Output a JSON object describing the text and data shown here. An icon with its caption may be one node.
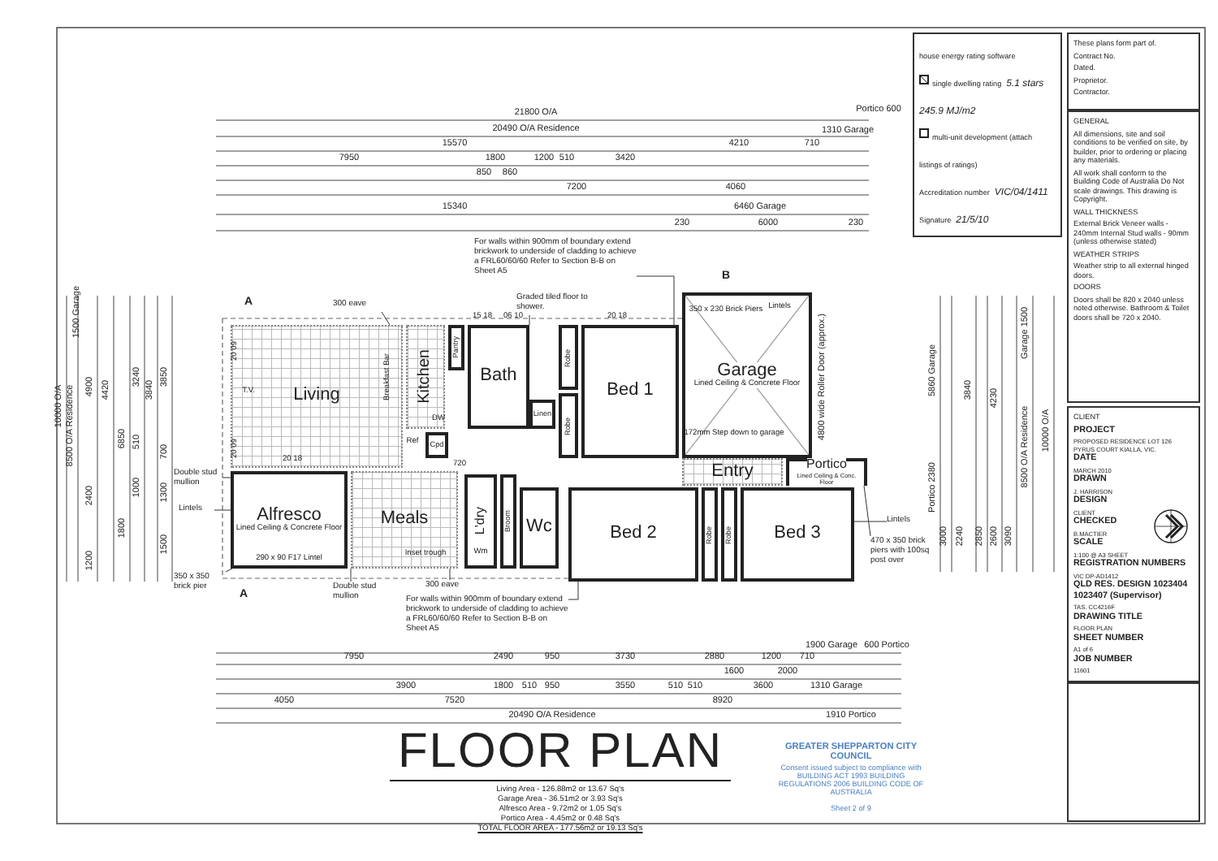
{
  "diagram": {
    "title": "FLOOR PLAN",
    "nodes": [
      {
        "text": [
          "Living"
        ]
      },
      {
        "text": [
          "Kitchen"
        ]
      },
      {
        "text": [
          "Pantry"
        ]
      },
      {
        "text": [
          "Bath"
        ]
      },
      {
        "text": [
          "Robe"
        ]
      },
      {
        "text": [
          "Robe"
        ]
      },
      {
        "text": [
          "Bed 1"
        ]
      },
      {
        "text": [
          "Garage",
          "Lined Ceiling & Concrete Floor"
        ]
      },
      {
        "text": [
          "Linen"
        ]
      },
      {
        "text": [
          "Cpd"
        ]
      },
      {
        "text": [
          "Alfresco",
          "Lined Ceiling & Concrete Floor"
        ]
      },
      {
        "text": [
          "Meals"
        ]
      },
      {
        "text": [
          "L'dry"
        ]
      },
      {
        "text": [
          "Broom"
        ]
      },
      {
        "text": [
          "Wc"
        ]
      },
      {
        "text": [
          "Entry"
        ]
      },
      {
        "text": [
          "Portico",
          "Lined Ceiling & Conc. Floor"
        ]
      },
      {
        "text": [
          "Bed 2"
        ]
      },
      {
        "text": [
          "Robe"
        ]
      },
      {
        "text": [
          "Robe"
        ]
      },
      {
        "text": [
          "Bed 3"
        ]
      },
      {
        "text": [
          "For walls within 900mm of boundary extend brickwork to underside of cladding to achieve a FRL60/60/60 Refer to Section B-B on Sheet A5"
        ]
      },
      {
        "text": [
          "For walls within 900mm of boundary extend brickwork to underside of cladding to achieve a FRL60/60/60 Refer to Section B-B on Sheet A5"
        ]
      },
      {
        "text": [
          "Double stud mullion"
        ]
      },
      {
        "text": [
          "Lintels"
        ]
      },
      {
        "text": [
          "350 x 350 brick pier"
        ]
      },
      {
        "text": [
          "Double stud mullion"
        ]
      },
      {
        "text": [
          "Lintels"
        ]
      },
      {
        "text": [
          "470 x 350 brick piers with 100sq post over"
        ]
      },
      {
        "text": [
          "300 eave"
        ]
      },
      {
        "text": [
          "300 eave"
        ]
      },
      {
        "text": [
          "Graded tiled floor to shower."
        ]
      }
    ],
    "edges": [
      {
        "from": 21,
        "to": 6,
        "arrow": "none"
      },
      {
        "from": 22,
        "to": 17,
        "arrow": "none"
      },
      {
        "from": 23,
        "to": 10,
        "arrow": "none"
      },
      {
        "from": 24,
        "to": 10,
        "arrow": "none"
      },
      {
        "from": 25,
        "to": 10,
        "arrow": "none"
      },
      {
        "from": 26,
        "to": 11,
        "arrow": "none"
      },
      {
        "from": 27,
        "to": 20,
        "arrow": "none"
      },
      {
        "from": 28,
        "to": 16,
        "arrow": "none"
      },
      {
        "from": 29,
        "to": 0,
        "arrow": "none"
      },
      {
        "from": 30,
        "to": 11,
        "arrow": "none"
      },
      {
        "from": 31,
        "to": 3,
        "arrow": "none"
      }
    ],
    "labels": [
      "21800 O/A",
      "Portico 600",
      "20490 O/A Residence",
      "1310 Garage",
      "15570",
      "4210",
      "710",
      "7950",
      "1800",
      "1200",
      "510",
      "3420",
      "850",
      "860",
      "7200",
      "4060",
      "15340",
      "6460 Garage",
      "230",
      "6000",
      "230",
      "1900 Garage",
      "600 Portico",
      "7950",
      "2490",
      "950",
      "3730",
      "2880",
      "1200",
      "710",
      "1600",
      "2000",
      "3900",
      "1800",
      "510",
      "950",
      "3550",
      "510",
      "510",
      "3600",
      "1310 Garage",
      "4050",
      "7520",
      "8920",
      "20490 O/A Residence",
      "1910 Portico",
      "1500 Garage",
      "10000 O/A",
      "8500 O/A Residence",
      "4900",
      "4420",
      "2400",
      "1200",
      "6850",
      "1800",
      "3240",
      "3840",
      "510",
      "1000",
      "3850",
      "700",
      "1300",
      "1500",
      "Garage 1500",
      "5860 Garage",
      "3840",
      "4230",
      "8500 O/A Residence",
      "10000 O/A",
      "Portico 2380",
      "3000",
      "2240",
      "2850",
      "2600",
      "3090",
      "4800 wide Roller Door (approx.)",
      "A",
      "A",
      "B",
      "T.V.",
      "Breakfast Bar",
      "DW",
      "Ref",
      "720",
      "Inset trough",
      "Wm",
      "290 x 90 F17 Lintel",
      "20 09",
      "20 09",
      "15 18",
      "06 10",
      "20 18",
      "20 18",
      "350 x 230 Brick Piers",
      "Lintels",
      "172mm Step down to garage",
      "house energy rating software",
      "single dwelling rating",
      "5.1 stars 245.9 MJ/m2",
      "multi-unit development (attach listings of ratings)",
      "Accreditation number",
      "VIC/04/1411",
      "Signature",
      "21/5/10",
      "These plans form part of.",
      "Contract No.",
      "Dated.",
      "Proprietor.",
      "Contractor.",
      "GENERAL",
      "All dimensions, site and soil conditions to be verified on site, by builder, prior to ordering or placing any materials.",
      "All work shall conform to the Building Code of Australia Do Not scale drawings. This drawing is Copyright.",
      "WALL THICKNESS",
      "External Brick Veneer walls - 240mm Internal Stud walls - 90mm (unless otherwise stated)",
      "WEATHER STRIPS",
      "Weather strip to all external hinged doors.",
      "DOORS",
      "Doors shall be 820 x 2040 unless noted otherwise. Bathroom & Toilet doors shall be 720 x 2040.",
      "CLIENT",
      "PROJECT",
      "PROPOSED RESIDENCE LOT 126 PYRUS COURT KIALLA, VIC.",
      "DATE",
      "MARCH 2010",
      "DRAWN",
      "J. HARRISON",
      "DESIGN",
      "CLIENT",
      "CHECKED",
      "B.MACTIER",
      "SCALE",
      "1:100 @ A3 SHEET",
      "REGISTRATION NUMBERS",
      "VIC DP-AD1412",
      "QLD RES. DESIGN 1023404 1023407 (Supervisor)",
      "TAS. CC4216F",
      "DRAWING TITLE",
      "FLOOR PLAN",
      "SHEET NUMBER",
      "A1 of 6",
      "JOB NUMBER",
      "11601",
      "Living Area - 126.88m2 or 13.67 Sq's",
      "Garage Area - 36.51m2 or 3.93 Sq's",
      "Alfresco Area - 9.72m2 or 1.05 Sq's",
      "Portico Area - 4.45m2 or 0.48 Sq's",
      "TOTAL FLOOR AREA - 177.56m2 or 19.13 Sq's",
      "GREATER SHEPPARTON CITY COUNCIL",
      "Consent issued subject to compliance with BUILDING ACT 1993 BUILDING REGULATIONS 2006 BUILDING CODE OF AUSTRALIA",
      "Sheet 2 of 9"
    ]
  }
}
